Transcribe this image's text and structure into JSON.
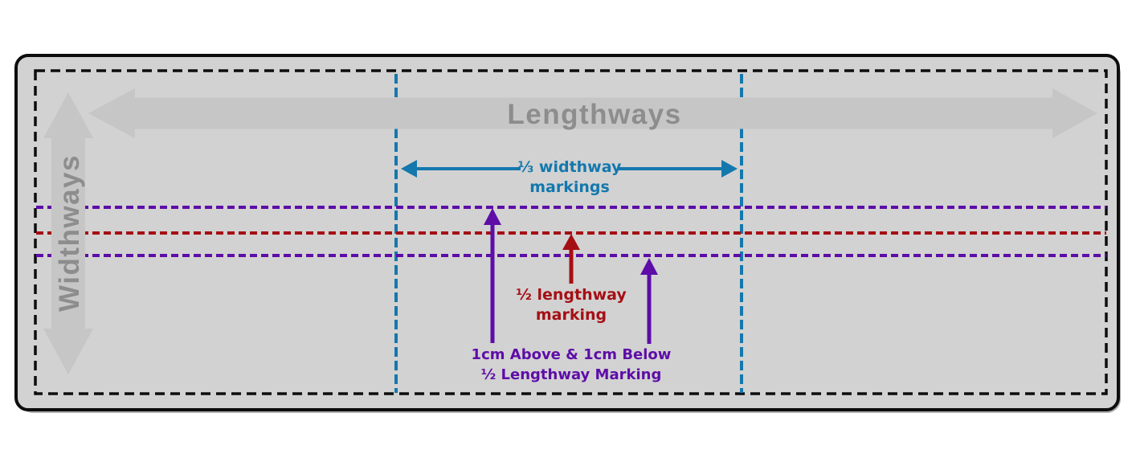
{
  "diagram": {
    "type": "fabric-marking-diagram",
    "labels": {
      "lengthways": "Lengthways",
      "widthways": "Widthways",
      "third_widthway_marking": {
        "line1": "⅓ widthway",
        "line2": "markings"
      },
      "half_lengthway_marking": {
        "line1": "½ lengthway",
        "line2": "marking"
      },
      "cm_offset_note": {
        "line1": "1cm Above & 1cm Below",
        "line2": "½ Lengthway Marking"
      }
    },
    "colors": {
      "panel_fill": "#d2d2d2",
      "panel_border": "#0d0d0d",
      "seam_dash": "#0d0d0d",
      "grain_arrow_gray": "#c6c6c6",
      "grain_label_gray": "#8d8d8d",
      "widthway_marking_blue": "#1478ad",
      "lengthway_marking_red": "#a50f14",
      "offset_marking_purple": "#5e0da8"
    }
  }
}
